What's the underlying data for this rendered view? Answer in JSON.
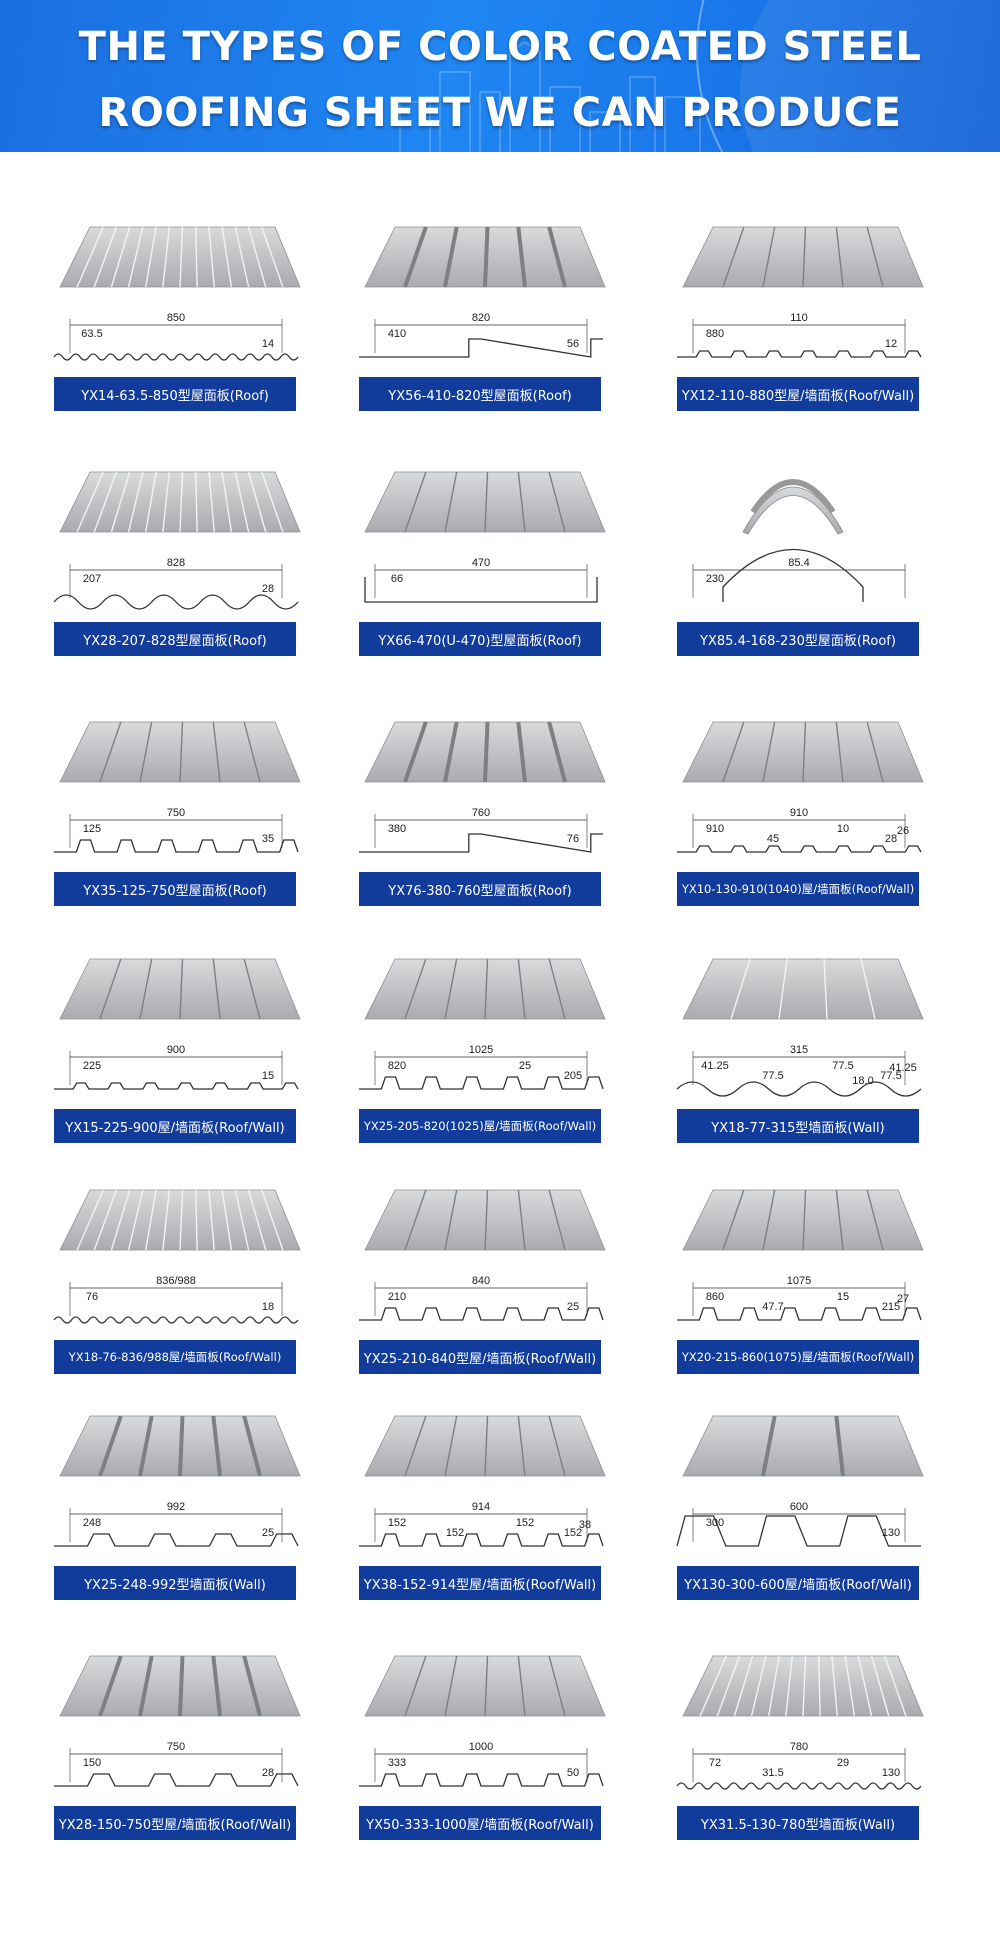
{
  "banner": {
    "title_line1": "THE TYPES OF COLOR COATED STEEL",
    "title_line2": "ROOFING SHEET WE CAN PRODUCE"
  },
  "products": [
    {
      "label": "YX14-63.5-850型屋面板(Roof)",
      "profile": "wave",
      "dims": [
        "850",
        "63.5",
        "14"
      ]
    },
    {
      "label": "YX56-410-820型屋面板(Roof)",
      "profile": "standing",
      "dims": [
        "820",
        "410",
        "56"
      ]
    },
    {
      "label": "YX12-110-880型屋/墙面板(Roof/Wall)",
      "profile": "trap-low",
      "dims": [
        "110",
        "880",
        "12"
      ]
    },
    {
      "label": "YX28-207-828型屋面板(Roof)",
      "profile": "tile",
      "dims": [
        "828",
        "207",
        "28"
      ]
    },
    {
      "label": "YX66-470(U-470)型屋面板(Roof)",
      "profile": "channel",
      "dims": [
        "470",
        "66"
      ]
    },
    {
      "label": "YX85.4-168-230型屋面板(Roof)",
      "profile": "arch",
      "dims": [
        "85.4",
        "230"
      ]
    },
    {
      "label": "YX35-125-750型屋面板(Roof)",
      "profile": "trap",
      "dims": [
        "750",
        "125",
        "35"
      ]
    },
    {
      "label": "YX76-380-760型屋面板(Roof)",
      "profile": "standing",
      "dims": [
        "760",
        "380",
        "76"
      ]
    },
    {
      "label": "YX10-130-910(1040)屋/墙面板(Roof/Wall)",
      "profile": "trap-low",
      "dims": [
        "910",
        "910",
        "28",
        "10",
        "45",
        "26"
      ]
    },
    {
      "label": "YX15-225-900屋/墙面板(Roof/Wall)",
      "profile": "trap-low",
      "dims": [
        "900",
        "225",
        "15"
      ]
    },
    {
      "label": "YX25-205-820(1025)屋/墙面板(Roof/Wall)",
      "profile": "trap",
      "dims": [
        "1025",
        "820",
        "205",
        "25"
      ]
    },
    {
      "label": "YX18-77-315型墙面板(Wall)",
      "profile": "wave-big",
      "dims": [
        "315",
        "41.25",
        "77.5",
        "77.5",
        "77.5",
        "41.25",
        "18.0"
      ]
    },
    {
      "label": "YX18-76-836/988屋/墙面板(Roof/Wall)",
      "profile": "wave",
      "dims": [
        "836/988",
        "76",
        "18"
      ]
    },
    {
      "label": "YX25-210-840型屋/墙面板(Roof/Wall)",
      "profile": "trap",
      "dims": [
        "840",
        "210",
        "25"
      ]
    },
    {
      "label": "YX20-215-860(1075)屋/墙面板(Roof/Wall)",
      "profile": "trap",
      "dims": [
        "1075",
        "860",
        "215",
        "15",
        "47.7",
        "27"
      ]
    },
    {
      "label": "YX25-248-992型墙面板(Wall)",
      "profile": "rib",
      "dims": [
        "992",
        "248",
        "25"
      ]
    },
    {
      "label": "YX38-152-914型屋/墙面板(Roof/Wall)",
      "profile": "trap",
      "dims": [
        "914",
        "152",
        "152",
        "152",
        "152",
        "38"
      ]
    },
    {
      "label": "YX130-300-600屋/墙面板(Roof/Wall)",
      "profile": "deck",
      "dims": [
        "600",
        "300",
        "130"
      ]
    },
    {
      "label": "YX28-150-750型屋/墙面板(Roof/Wall)",
      "profile": "rib",
      "dims": [
        "750",
        "150",
        "28"
      ]
    },
    {
      "label": "YX50-333-1000屋/墙面板(Roof/Wall)",
      "profile": "trap",
      "dims": [
        "1000",
        "333",
        "50"
      ]
    },
    {
      "label": "YX31.5-130-780型墙面板(Wall)",
      "profile": "wave",
      "dims": [
        "780",
        "72",
        "130",
        "29",
        "31.5"
      ]
    }
  ]
}
